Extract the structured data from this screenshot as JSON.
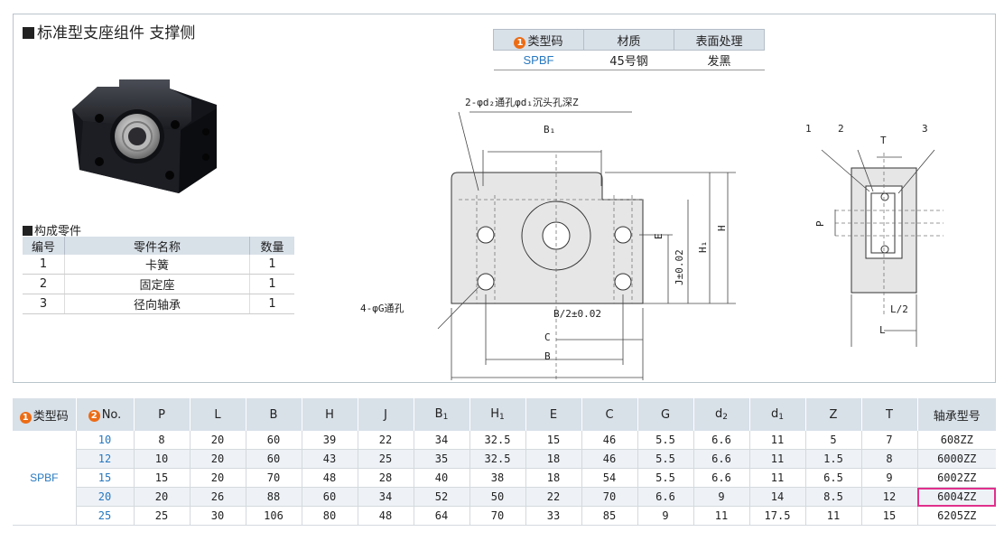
{
  "title": "标准型支座组件 支撑侧",
  "spec_table": {
    "headers": [
      "类型码",
      "材质",
      "表面处理"
    ],
    "badge": "1",
    "row": [
      "SPBF",
      "45号钢",
      "发黑"
    ]
  },
  "parts": {
    "heading": "构成零件",
    "headers": [
      "编号",
      "零件名称",
      "数量"
    ],
    "rows": [
      [
        "1",
        "卡簧",
        "1"
      ],
      [
        "2",
        "固定座",
        "1"
      ],
      [
        "3",
        "径向轴承",
        "1"
      ]
    ]
  },
  "drawing_labels": {
    "hole_note": "2-φd₂通孔φd₁沉头孔深Z",
    "g_note": "4-φG通孔",
    "b1": "B₁",
    "e": "E",
    "j": "J±0.02",
    "h1": "H₁",
    "h": "H",
    "b2": "B/2±0.02",
    "c": "C",
    "b": "B",
    "side_1": "1",
    "side_2": "2",
    "side_3": "3",
    "side_t": "T",
    "side_p": "P",
    "side_l2": "L/2",
    "side_l": "L"
  },
  "dim_table": {
    "type_header": "类型码",
    "no_header": "No.",
    "badge1": "1",
    "badge2": "2",
    "headers": [
      "P",
      "L",
      "B",
      "H",
      "J",
      "B",
      "H",
      "E",
      "C",
      "G",
      "d",
      "d",
      "Z",
      "T",
      "轴承型号"
    ],
    "header_subs": [
      "",
      "",
      "",
      "",
      "",
      "1",
      "1",
      "",
      "",
      "",
      "2",
      "1",
      "",
      "",
      ""
    ],
    "type_value": "SPBF",
    "rows": [
      [
        "10",
        "8",
        "20",
        "60",
        "39",
        "22",
        "34",
        "32.5",
        "15",
        "46",
        "5.5",
        "6.6",
        "11",
        "5",
        "7",
        "608ZZ"
      ],
      [
        "12",
        "10",
        "20",
        "60",
        "43",
        "25",
        "35",
        "32.5",
        "18",
        "46",
        "5.5",
        "6.6",
        "11",
        "1.5",
        "8",
        "6000ZZ"
      ],
      [
        "15",
        "15",
        "20",
        "70",
        "48",
        "28",
        "40",
        "38",
        "18",
        "54",
        "5.5",
        "6.6",
        "11",
        "6.5",
        "9",
        "6002ZZ"
      ],
      [
        "20",
        "20",
        "26",
        "88",
        "60",
        "34",
        "52",
        "50",
        "22",
        "70",
        "6.6",
        "9",
        "14",
        "8.5",
        "12",
        "6004ZZ"
      ],
      [
        "25",
        "25",
        "30",
        "106",
        "80",
        "48",
        "64",
        "70",
        "33",
        "85",
        "9",
        "11",
        "17.5",
        "11",
        "15",
        "6205ZZ"
      ]
    ],
    "highlight_row": 3,
    "highlight_color": "#e0308c"
  },
  "colors": {
    "accent": "#2778c0",
    "badge": "#ec6c15",
    "header_bg": "#d8e0e8"
  }
}
